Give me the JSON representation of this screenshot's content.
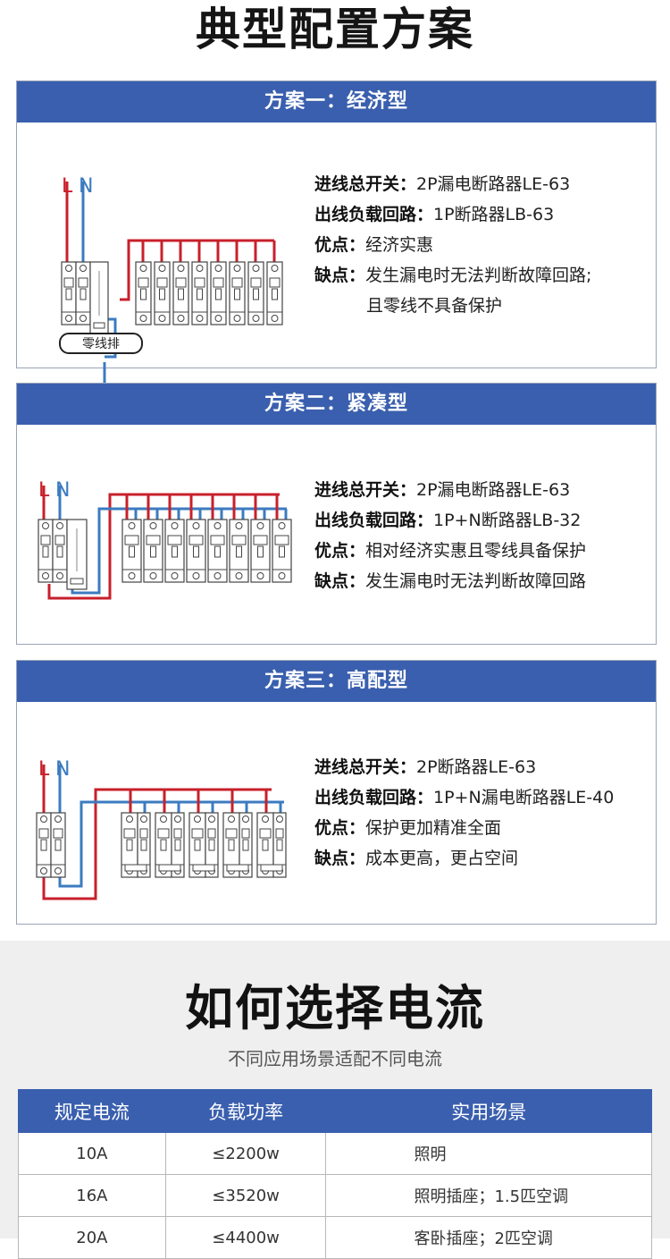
{
  "title": "典型配置方案",
  "plans": [
    {
      "heading": "方案一：经济型",
      "line_L": "L",
      "line_N": "N",
      "bar_label": "零线排",
      "rows": [
        {
          "k": "进线总开关：",
          "v": "2P漏电断路器LE-63"
        },
        {
          "k": "出线负载回路：",
          "v": "1P断路器LB-63"
        },
        {
          "k": "优点：",
          "v": "经济实惠"
        },
        {
          "k": "缺点：",
          "v": "发生漏电时无法判断故障回路;"
        }
      ],
      "cont": "且零线不具备保护"
    },
    {
      "heading": "方案二：紧凑型",
      "line_L": "L",
      "line_N": "N",
      "rows": [
        {
          "k": "进线总开关：",
          "v": "2P漏电断路器LE-63"
        },
        {
          "k": "出线负载回路：",
          "v": "1P+N断路器LB-32"
        },
        {
          "k": "优点：",
          "v": "相对经济实惠且零线具备保护"
        },
        {
          "k": "缺点：",
          "v": "发生漏电时无法判断故障回路"
        }
      ]
    },
    {
      "heading": "方案三：高配型",
      "line_L": "L",
      "line_N": "N",
      "rows": [
        {
          "k": "进线总开关：",
          "v": "2P断路器LE-63"
        },
        {
          "k": "出线负载回路：",
          "v": "1P+N漏电断路器LE-40"
        },
        {
          "k": "优点：",
          "v": "保护更加精准全面"
        },
        {
          "k": "缺点：",
          "v": "成本更高，更占空间"
        }
      ]
    }
  ],
  "section2": {
    "title": "如何选择电流",
    "subtitle": "不同应用场景适配不同电流",
    "headers": [
      "规定电流",
      "负载功率",
      "实用场景"
    ],
    "rows": [
      [
        "10A",
        "≤2200w",
        "照明"
      ],
      [
        "16A",
        "≤3520w",
        "照明插座；1.5匹空调"
      ],
      [
        "20A",
        "≤4400w",
        "客卧插座；2匹空调"
      ]
    ]
  },
  "colors": {
    "accent": "#3a5fae",
    "L_wire": "#c8202b",
    "N_wire": "#3b7bc0"
  }
}
